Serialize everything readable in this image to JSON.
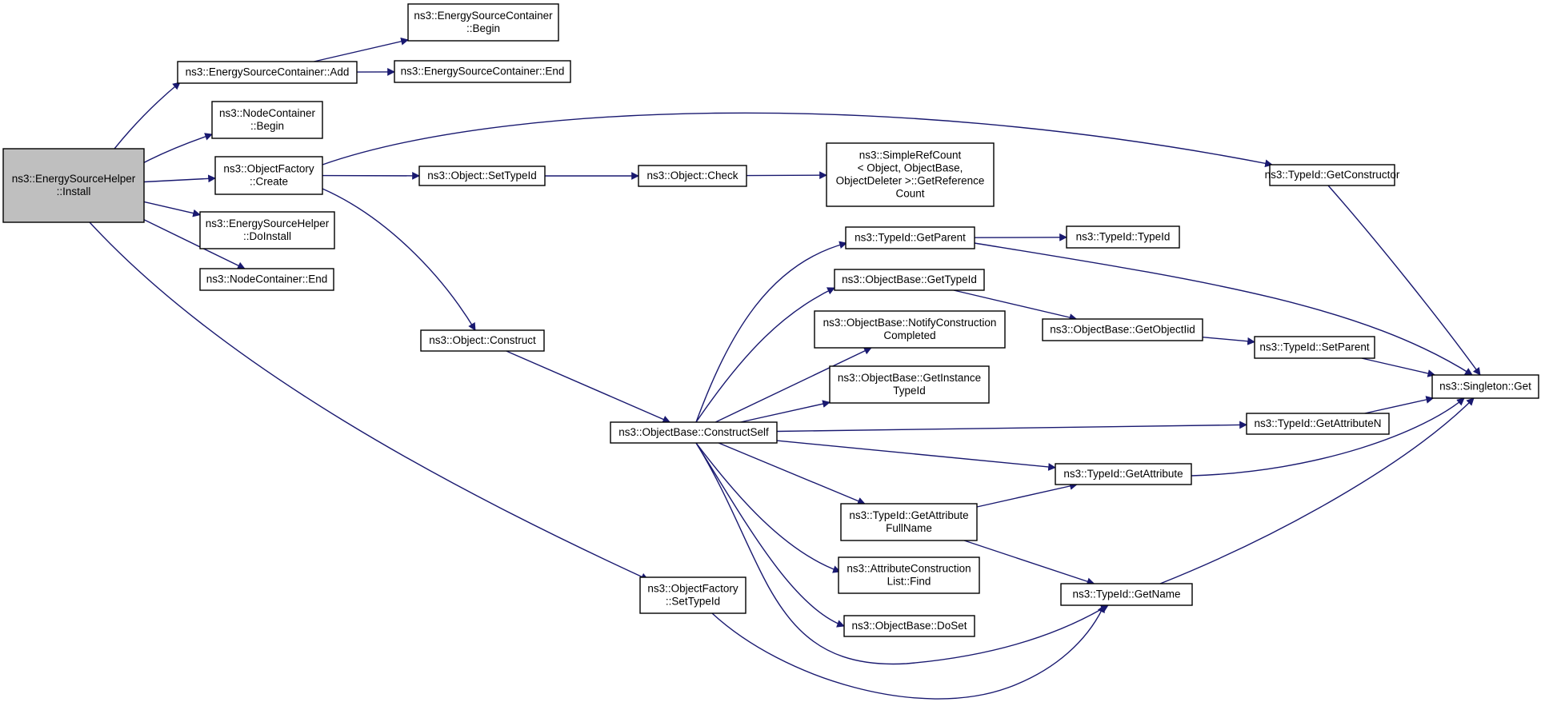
{
  "colors": {
    "edge": "#191970",
    "root_fill": "#bfbfbf",
    "node_fill": "#ffffff",
    "border": "#000000"
  },
  "graph": {
    "nodes": [
      {
        "id": "install",
        "lines": [
          "ns3::EnergySourceHelper",
          "::Install"
        ],
        "root": true
      },
      {
        "id": "esc_add",
        "lines": [
          "ns3::EnergySourceContainer::Add"
        ]
      },
      {
        "id": "esc_begin",
        "lines": [
          "ns3::EnergySourceContainer",
          "::Begin"
        ]
      },
      {
        "id": "esc_end",
        "lines": [
          "ns3::EnergySourceContainer::End"
        ]
      },
      {
        "id": "nc_begin",
        "lines": [
          "ns3::NodeContainer",
          "::Begin"
        ]
      },
      {
        "id": "of_create",
        "lines": [
          "ns3::ObjectFactory",
          "::Create"
        ]
      },
      {
        "id": "esh_doinstall",
        "lines": [
          "ns3::EnergySourceHelper",
          "::DoInstall"
        ]
      },
      {
        "id": "nc_end",
        "lines": [
          "ns3::NodeContainer::End"
        ]
      },
      {
        "id": "obj_settypeid",
        "lines": [
          "ns3::Object::SetTypeId"
        ]
      },
      {
        "id": "obj_check",
        "lines": [
          "ns3::Object::Check"
        ]
      },
      {
        "id": "srefcount",
        "lines": [
          "ns3::SimpleRefCount",
          "< Object, ObjectBase,",
          " ObjectDeleter >::GetReference",
          "Count"
        ]
      },
      {
        "id": "tid_getconstructor",
        "lines": [
          "ns3::TypeId::GetConstructor"
        ]
      },
      {
        "id": "obj_construct",
        "lines": [
          "ns3::Object::Construct"
        ]
      },
      {
        "id": "ob_constructself",
        "lines": [
          "ns3::ObjectBase::ConstructSelf"
        ]
      },
      {
        "id": "tid_getparent",
        "lines": [
          "ns3::TypeId::GetParent"
        ]
      },
      {
        "id": "tid_typeid",
        "lines": [
          "ns3::TypeId::TypeId"
        ]
      },
      {
        "id": "ob_gettypeid",
        "lines": [
          "ns3::ObjectBase::GetTypeId"
        ]
      },
      {
        "id": "ob_notify",
        "lines": [
          "ns3::ObjectBase::NotifyConstruction",
          "Completed"
        ]
      },
      {
        "id": "ob_getobjectiid",
        "lines": [
          "ns3::ObjectBase::GetObjectIid"
        ]
      },
      {
        "id": "tid_setparent",
        "lines": [
          "ns3::TypeId::SetParent"
        ]
      },
      {
        "id": "ob_getinstance",
        "lines": [
          "ns3::ObjectBase::GetInstance",
          "TypeId"
        ]
      },
      {
        "id": "singleton_get",
        "lines": [
          "ns3::Singleton::Get"
        ]
      },
      {
        "id": "tid_getattrn",
        "lines": [
          "ns3::TypeId::GetAttributeN"
        ]
      },
      {
        "id": "tid_getattr",
        "lines": [
          "ns3::TypeId::GetAttribute"
        ]
      },
      {
        "id": "tid_getattrfull",
        "lines": [
          "ns3::TypeId::GetAttribute",
          "FullName"
        ]
      },
      {
        "id": "acl_find",
        "lines": [
          "ns3::AttributeConstruction",
          "List::Find"
        ]
      },
      {
        "id": "tid_getname",
        "lines": [
          "ns3::TypeId::GetName"
        ]
      },
      {
        "id": "ob_doset",
        "lines": [
          "ns3::ObjectBase::DoSet"
        ]
      },
      {
        "id": "of_settypeid",
        "lines": [
          "ns3::ObjectFactory",
          "::SetTypeId"
        ]
      }
    ],
    "edges": [
      [
        "install",
        "esc_add"
      ],
      [
        "install",
        "nc_begin"
      ],
      [
        "install",
        "of_create"
      ],
      [
        "install",
        "esh_doinstall"
      ],
      [
        "install",
        "nc_end"
      ],
      [
        "install",
        "of_settypeid"
      ],
      [
        "esc_add",
        "esc_begin"
      ],
      [
        "esc_add",
        "esc_end"
      ],
      [
        "of_create",
        "obj_settypeid"
      ],
      [
        "of_create",
        "tid_getconstructor"
      ],
      [
        "of_create",
        "obj_construct"
      ],
      [
        "obj_settypeid",
        "obj_check"
      ],
      [
        "obj_check",
        "srefcount"
      ],
      [
        "tid_getconstructor",
        "singleton_get"
      ],
      [
        "obj_construct",
        "ob_constructself"
      ],
      [
        "ob_constructself",
        "tid_getparent"
      ],
      [
        "ob_constructself",
        "ob_gettypeid"
      ],
      [
        "ob_constructself",
        "ob_notify"
      ],
      [
        "ob_constructself",
        "ob_getinstance"
      ],
      [
        "ob_constructself",
        "tid_getattrn"
      ],
      [
        "ob_constructself",
        "tid_getattr"
      ],
      [
        "ob_constructself",
        "tid_getattrfull"
      ],
      [
        "ob_constructself",
        "acl_find"
      ],
      [
        "ob_constructself",
        "ob_doset"
      ],
      [
        "ob_constructself",
        "tid_getname"
      ],
      [
        "tid_getparent",
        "tid_typeid"
      ],
      [
        "tid_getparent",
        "singleton_get"
      ],
      [
        "ob_gettypeid",
        "ob_getobjectiid"
      ],
      [
        "ob_getobjectiid",
        "tid_setparent"
      ],
      [
        "tid_setparent",
        "singleton_get"
      ],
      [
        "tid_getattrn",
        "singleton_get"
      ],
      [
        "tid_getattr",
        "singleton_get"
      ],
      [
        "tid_getattrfull",
        "tid_getattr"
      ],
      [
        "tid_getattrfull",
        "tid_getname"
      ],
      [
        "tid_getname",
        "singleton_get"
      ],
      [
        "of_settypeid",
        "tid_getname"
      ]
    ]
  }
}
